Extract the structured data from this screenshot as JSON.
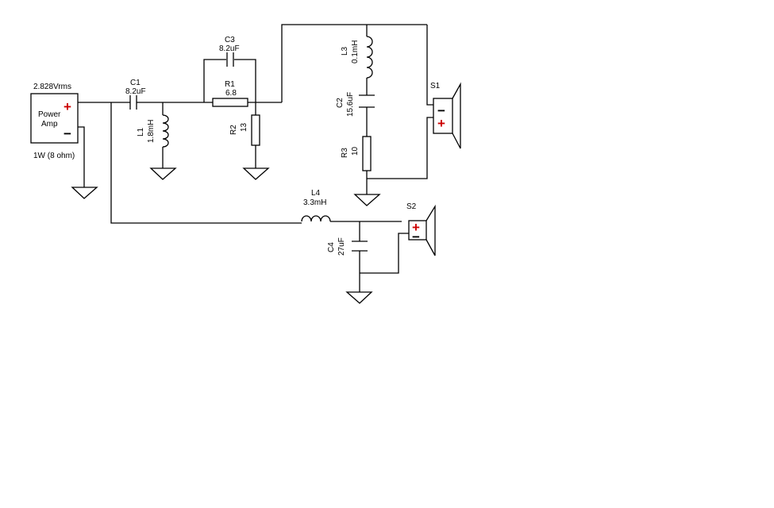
{
  "source": {
    "voltage": "2.828Vrms",
    "label_line1": "Power",
    "label_line2": "Amp",
    "plus": "+",
    "minus": "−",
    "power": "1W (8 ohm)"
  },
  "components": {
    "C1": {
      "name": "C1",
      "value": "8.2uF"
    },
    "C3": {
      "name": "C3",
      "value": "8.2uF"
    },
    "R1": {
      "name": "R1",
      "value": "6.8"
    },
    "L1": {
      "name": "L1",
      "value": "1.8mH"
    },
    "R2": {
      "name": "R2",
      "value": "13"
    },
    "L3": {
      "name": "L3",
      "value": "0.1mH"
    },
    "C2": {
      "name": "C2",
      "value": "15.6uF"
    },
    "R3": {
      "name": "R3",
      "value": "10"
    },
    "L4": {
      "name": "L4",
      "value": "3.3mH"
    },
    "C4": {
      "name": "C4",
      "value": "27uF"
    }
  },
  "speakers": {
    "S1": {
      "name": "S1",
      "top_sign": "−",
      "bottom_sign": "+"
    },
    "S2": {
      "name": "S2",
      "top_sign": "+",
      "bottom_sign": "−"
    }
  },
  "colors": {
    "wire": "#000000",
    "polarity_plus": "#cc0000",
    "polarity_minus": "#000000",
    "background": "#ffffff"
  }
}
